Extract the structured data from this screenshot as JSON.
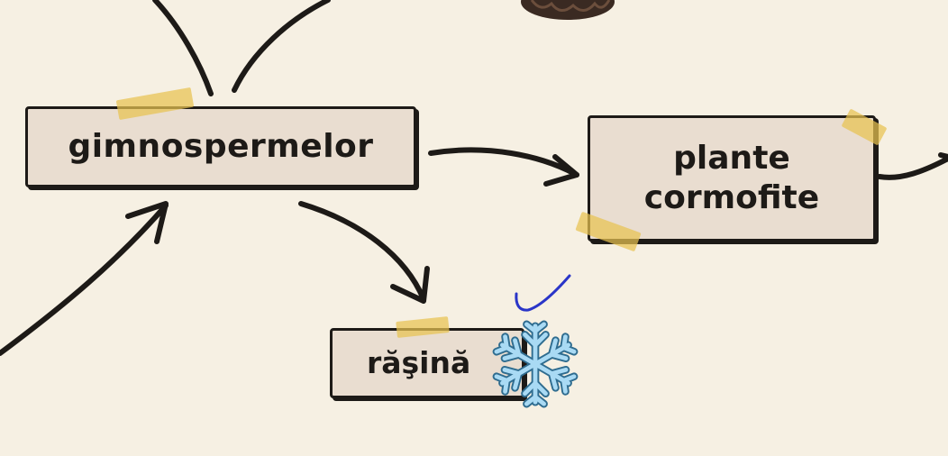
{
  "nodes": {
    "gimnospermelor": "gimnospermelor",
    "plante": "plante\ncormofite",
    "rasina": "răşină"
  },
  "decorations": {
    "icon": "snowflake-icon",
    "mark": "checkmark-icon",
    "tape_color": "#e8c250",
    "ink_color": "#1d1a17",
    "box_fill": "#e9ddd0",
    "background": "#f6f0e3",
    "snowflake_color": "#9fd3ef",
    "check_color": "#2a35c8"
  }
}
